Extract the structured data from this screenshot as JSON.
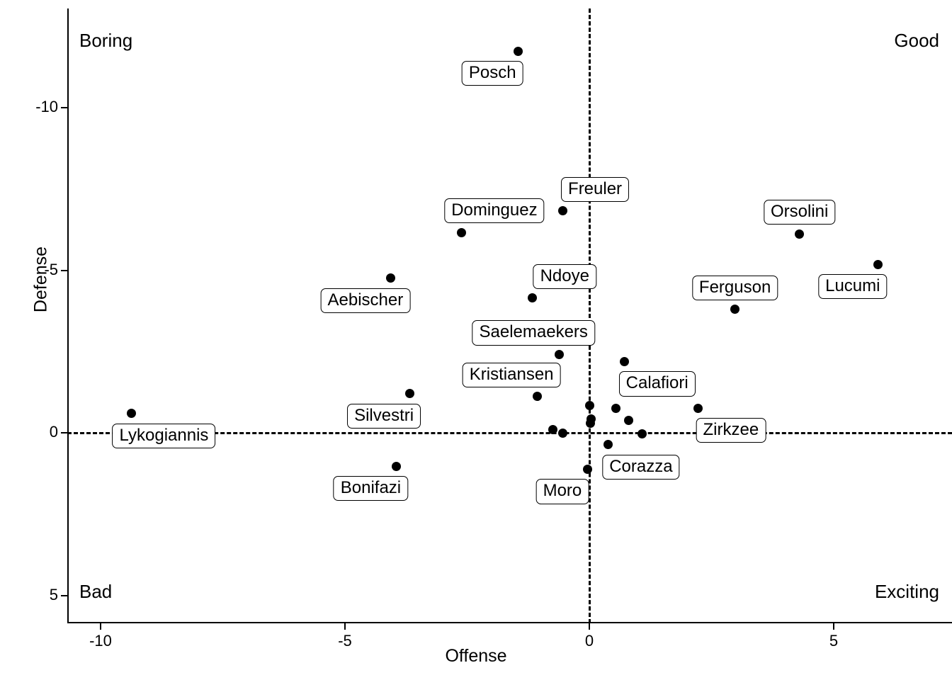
{
  "chart_data": {
    "type": "scatter",
    "title": "",
    "xlabel": "Offense",
    "ylabel": "Defense",
    "xlim": [
      -11.6,
      7.4
    ],
    "ylim": [
      -12.8,
      6.3
    ],
    "y_axis_reversed": true,
    "grid": false,
    "legend": "none",
    "xticks": [
      -10,
      -5,
      0,
      5
    ],
    "xticklabels": [
      "-10",
      "-5",
      "0",
      "5"
    ],
    "yticks": [
      -10,
      -5,
      0,
      5
    ],
    "yticklabels": [
      "-10",
      "-5",
      "0",
      "5"
    ],
    "reference_lines": [
      {
        "axis": "x",
        "value": 0,
        "style": "dashed",
        "color": "#000000"
      },
      {
        "axis": "y",
        "value": 0,
        "style": "dashed",
        "color": "#000000"
      }
    ],
    "quadrant_annotations": [
      {
        "name": "boring",
        "text": "Boring",
        "corner": "top-left"
      },
      {
        "name": "good",
        "text": "Good",
        "corner": "top-right"
      },
      {
        "name": "bad",
        "text": "Bad",
        "corner": "bottom-left"
      },
      {
        "name": "exciting",
        "text": "Exciting",
        "corner": "bottom-right"
      }
    ],
    "point_color": "#000000",
    "points": [
      {
        "label": "Posch",
        "x": -1.46,
        "y": -11.74,
        "label_pos": "below-left"
      },
      {
        "label": "Freuler",
        "x": -0.55,
        "y": -6.83,
        "label_pos": "above-right"
      },
      {
        "label": "Dominguez",
        "x": -2.61,
        "y": -6.16,
        "label_pos": "above-right"
      },
      {
        "label": "Orsolini",
        "x": 4.3,
        "y": -6.12,
        "label_pos": "above"
      },
      {
        "label": "Lucumi",
        "x": 5.91,
        "y": -5.18,
        "label_pos": "below-left"
      },
      {
        "label": "Aebischer",
        "x": -4.06,
        "y": -4.75,
        "label_pos": "below-left"
      },
      {
        "label": "Ndoye",
        "x": -1.17,
        "y": -4.15,
        "label_pos": "above-right"
      },
      {
        "label": "Ferguson",
        "x": 2.98,
        "y": -3.8,
        "label_pos": "above"
      },
      {
        "label": "Saelemaekers",
        "x": -0.62,
        "y": -2.41,
        "label_pos": "above-left"
      },
      {
        "label": "Calafiori",
        "x": 0.72,
        "y": -2.19,
        "label_pos": "below-right"
      },
      {
        "label": "Kristiansen",
        "x": -1.07,
        "y": -1.12,
        "label_pos": "above-left"
      },
      {
        "label": "Silvestri",
        "x": -3.68,
        "y": -1.2,
        "label_pos": "below-left"
      },
      {
        "label": "Zirkzee",
        "x": 2.23,
        "y": -0.76,
        "label_pos": "below-right"
      },
      {
        "label": "",
        "x": 0.0,
        "y": -0.84,
        "label_pos": "none"
      },
      {
        "label": "",
        "x": 0.55,
        "y": -0.76,
        "label_pos": "none"
      },
      {
        "label": "",
        "x": 0.04,
        "y": -0.43,
        "label_pos": "none"
      },
      {
        "label": "",
        "x": 0.02,
        "y": -0.3,
        "label_pos": "none"
      },
      {
        "label": "",
        "x": 0.81,
        "y": -0.39,
        "label_pos": "none"
      },
      {
        "label": "",
        "x": -0.75,
        "y": -0.09,
        "label_pos": "none"
      },
      {
        "label": "",
        "x": -0.54,
        "y": 0.02,
        "label_pos": "none"
      },
      {
        "label": "",
        "x": 1.08,
        "y": 0.03,
        "label_pos": "none"
      },
      {
        "label": "Corazza",
        "x": 0.39,
        "y": 0.37,
        "label_pos": "below-right"
      },
      {
        "label": "Lykogiannis",
        "x": -9.37,
        "y": -0.59,
        "label_pos": "below-right"
      },
      {
        "label": "Bonifazi",
        "x": -3.95,
        "y": 1.03,
        "label_pos": "below-left"
      },
      {
        "label": "Moro",
        "x": -0.03,
        "y": 1.12,
        "label_pos": "below-left"
      }
    ]
  }
}
